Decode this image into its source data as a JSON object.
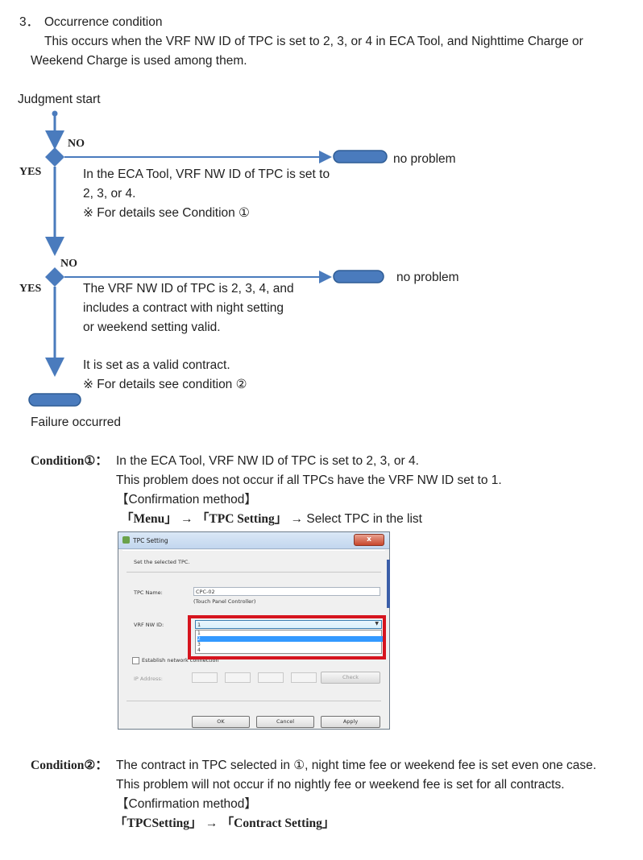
{
  "section": {
    "number": "3．",
    "title": "Occurrence condition",
    "line1": "This occurs when the VRF NW ID of TPC is set to 2, 3, or 4 in ECA Tool, and Nighttime Charge or",
    "line2": "Weekend Charge is used among them."
  },
  "flow": {
    "start": "Judgment start",
    "d1": {
      "no": "NO",
      "yes": "YES",
      "result": "no problem",
      "lines": [
        "In the ECA Tool, VRF NW ID of TPC is set to",
        "2, 3, or 4.",
        "※  For details see Condition  ①"
      ]
    },
    "d2": {
      "no": "NO",
      "yes": "YES",
      "result": "no problem",
      "lines": [
        "The VRF NW ID of TPC is 2, 3, 4, and",
        "includes a contract with night setting",
        "or weekend setting valid."
      ],
      "lines2": [
        "It is set as a valid contract.",
        "※  For details see condition  ②"
      ]
    },
    "end": "Failure occurred"
  },
  "condition1": {
    "label": "Condition①",
    "colon": "：",
    "line1": "In the ECA Tool, VRF NW ID of TPC is set to 2, 3, or 4.",
    "line2": "This problem does not occur if all TPCs have the VRF NW ID set to 1.",
    "method": "【Confirmation method】",
    "path_a": "「Menu」",
    "arrow1": "→",
    "path_b": "「TPC Setting」",
    "arrow2": "→",
    "path_c": "Select TPC in the list"
  },
  "dialog": {
    "title": "TPC Setting",
    "close": "x",
    "heading": "Set the selected TPC.",
    "name_label": "TPC Name:",
    "name_value": "CPC-02",
    "name_sub": "(Touch Panel Controller)",
    "vrf_label": "VRF NW ID:",
    "vrf_value": "1",
    "options": [
      "1",
      "2",
      "3",
      "4"
    ],
    "selected_option": "2",
    "establish": "Establish network connection",
    "ip_label": "IP Address:",
    "check": "Check",
    "ok": "OK",
    "cancel": "Cancel",
    "apply": "Apply",
    "highlight_color": "#d6141e"
  },
  "condition2": {
    "label": "Condition②",
    "colon": "：",
    "line1": "The contract in TPC selected in  ①, night time fee or weekend fee is set even one case.",
    "line2": "This problem will not occur if no nightly fee or weekend fee is set for all contracts.",
    "method": "【Confirmation method】",
    "path_a": "「TPCSetting」",
    "arrow": "→",
    "path_b": "「Contract Setting」"
  },
  "colors": {
    "flow": "#4a7bbd",
    "flow_dark": "#2f5d95"
  }
}
